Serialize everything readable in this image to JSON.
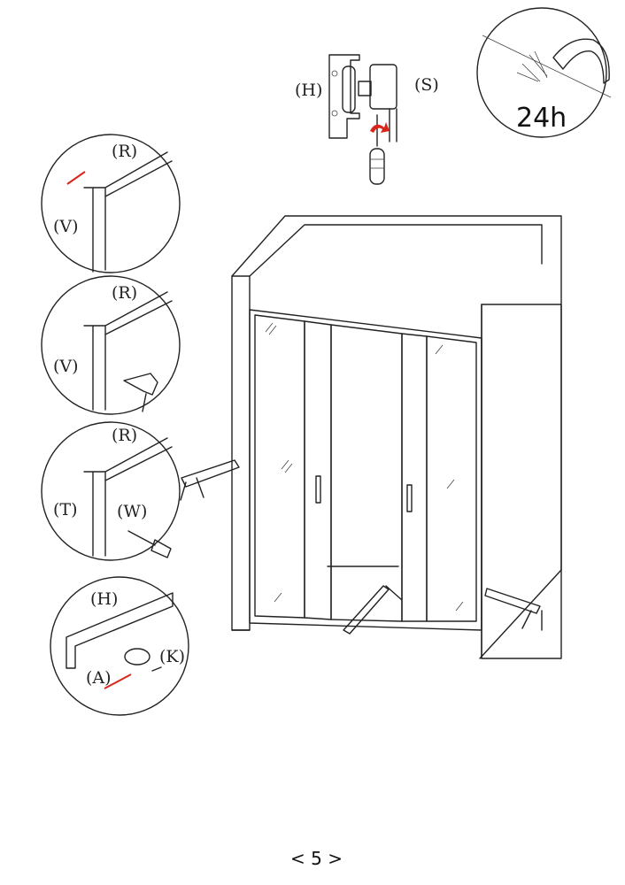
{
  "page_number": "< 5 >",
  "top_detail": {
    "label_left": "(H)",
    "label_right": "(S)"
  },
  "wait_badge": {
    "text": "24h"
  },
  "detail_1": {
    "label_top": "(R)",
    "label_left": "(V)"
  },
  "detail_2": {
    "label_top": "(R)",
    "label_left": "(V)"
  },
  "detail_3": {
    "label_top": "(R)",
    "label_left": "(T)",
    "label_screw": "(W)"
  },
  "detail_4": {
    "label_top": "(H)",
    "label_left": "(A)",
    "label_right": "(K)"
  },
  "colors": {
    "arrow": "#d9261c",
    "line": "#222222"
  }
}
